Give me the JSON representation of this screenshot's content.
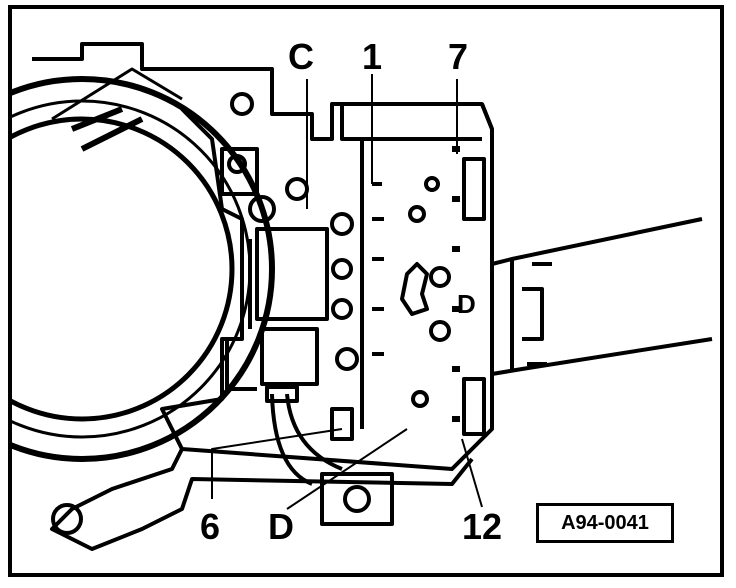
{
  "labels": {
    "c": "C",
    "one": "1",
    "seven": "7",
    "d_right": "D",
    "six": "6",
    "d_bottom": "D",
    "twelve": "12"
  },
  "figure_id": "A94-0041",
  "colors": {
    "ink": "#000000",
    "paper": "#ffffff",
    "shade": "#cfcfcf"
  }
}
